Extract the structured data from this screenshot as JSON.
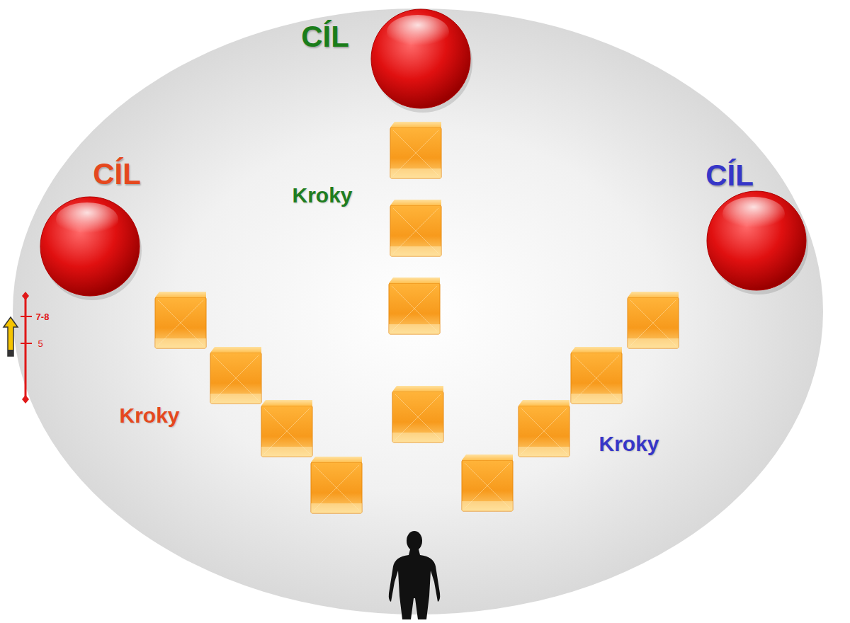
{
  "diagram": {
    "nodes": [
      {
        "text": [
          "CÍL"
        ]
      },
      {
        "text": [
          "CÍL"
        ]
      },
      {
        "text": [
          "CÍL"
        ]
      }
    ],
    "labels": [
      "Kroky",
      "Kroky",
      "Kroky",
      "7-8",
      "5"
    ]
  }
}
